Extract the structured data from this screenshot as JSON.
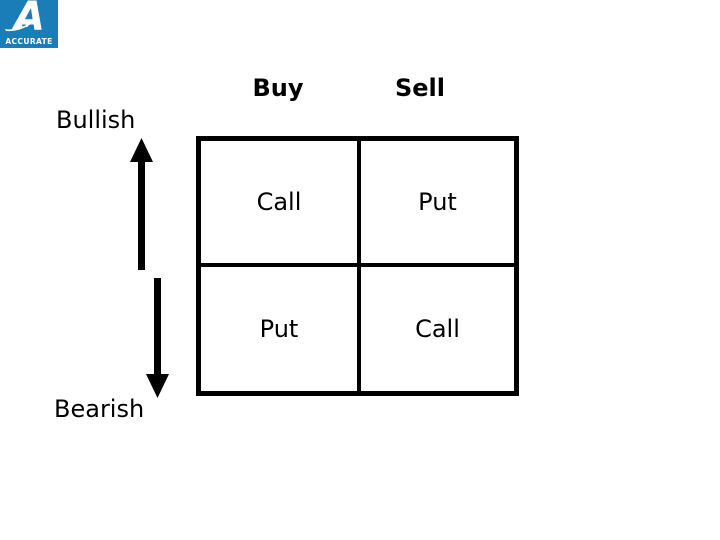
{
  "logo": {
    "letter": "A",
    "wordmark": "ACCURATE",
    "background_color": "#1a7db8",
    "foreground_color": "#ffffff",
    "icon_name": "accurate-logo"
  },
  "matrix": {
    "column_headers": [
      "Buy",
      "Sell"
    ],
    "row_labels": [
      "Bullish",
      "Bearish"
    ],
    "cells": [
      [
        "Call",
        "Put"
      ],
      [
        "Put",
        "Call"
      ]
    ],
    "border_color": "#000000"
  },
  "arrows": {
    "up": {
      "icon_name": "arrow-up-icon",
      "direction": "up",
      "meaning": "Bullish"
    },
    "down": {
      "icon_name": "arrow-down-icon",
      "direction": "down",
      "meaning": "Bearish"
    }
  }
}
